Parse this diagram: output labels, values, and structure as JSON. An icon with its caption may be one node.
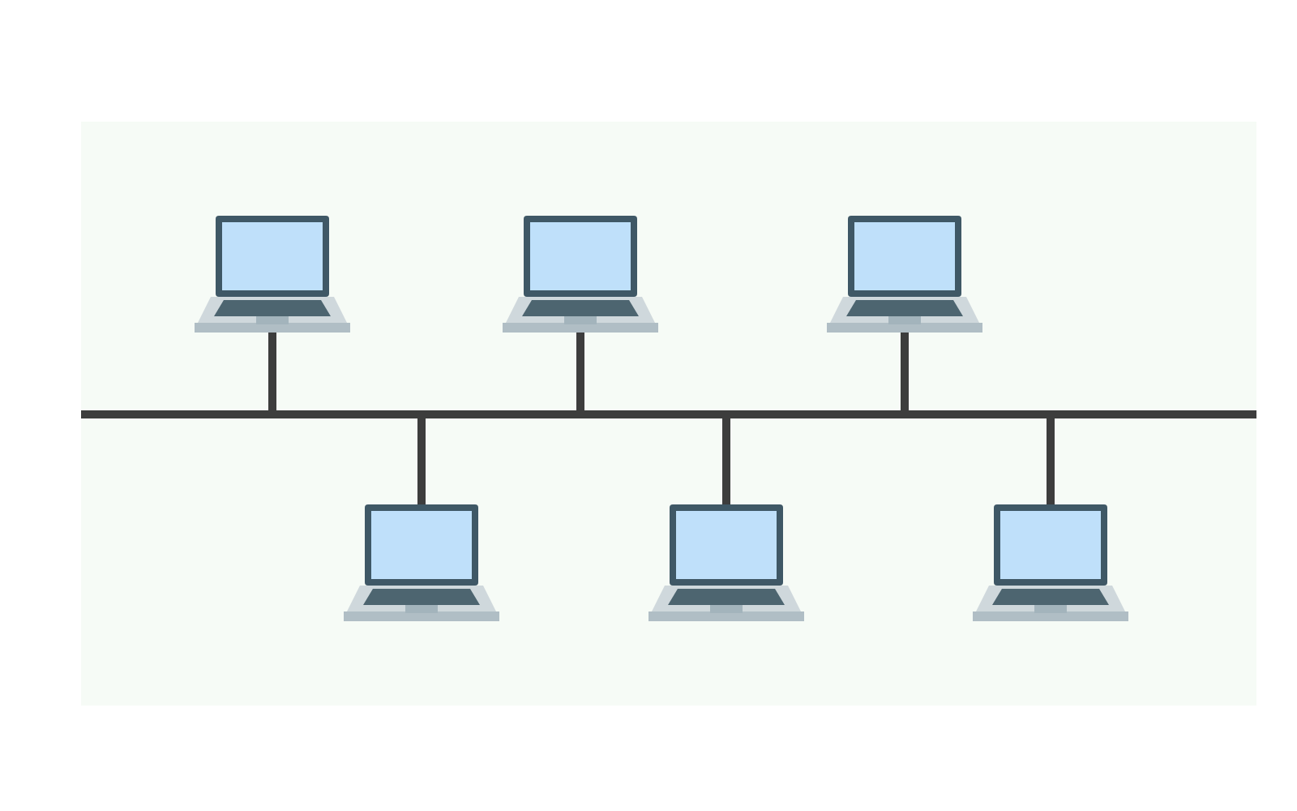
{
  "diagram": {
    "nodes": [
      {
        "text": [],
        "shape": "bar"
      },
      {
        "text": [],
        "shape": "picture"
      },
      {
        "text": [],
        "shape": "picture"
      },
      {
        "text": [],
        "shape": "picture"
      },
      {
        "text": [],
        "shape": "picture"
      },
      {
        "text": [],
        "shape": "picture"
      },
      {
        "text": [],
        "shape": "picture"
      }
    ],
    "edges": [
      {
        "from": 1,
        "to": 0,
        "arrow": "none"
      },
      {
        "from": 2,
        "to": 0,
        "arrow": "none"
      },
      {
        "from": 3,
        "to": 0,
        "arrow": "none"
      },
      {
        "from": 4,
        "to": 0,
        "arrow": "none"
      },
      {
        "from": 5,
        "to": 0,
        "arrow": "none"
      },
      {
        "from": 6,
        "to": 0,
        "arrow": "none"
      }
    ]
  }
}
